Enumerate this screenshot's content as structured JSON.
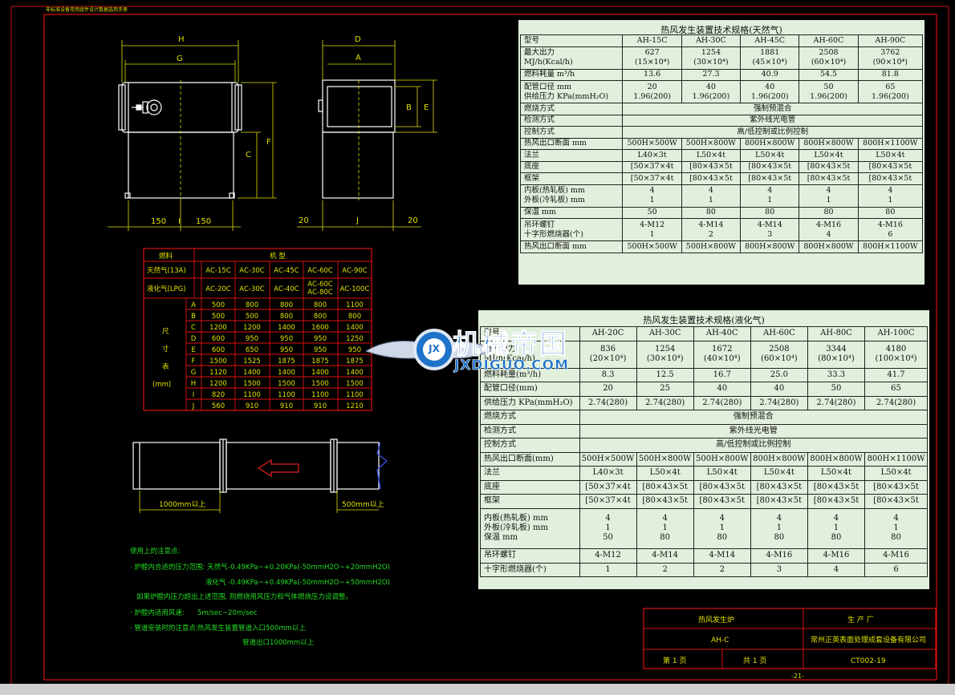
{
  "sheet": {
    "header_note": "非标准设备常用组件设计数据选用手册",
    "page_number": "-21-"
  },
  "drawing": {
    "front_dims": {
      "H": "H",
      "G": "G",
      "C": "C",
      "F": "F",
      "bottom_left": "150",
      "bottom_I": "I",
      "bottom_right": "150"
    },
    "side_dims": {
      "D": "D",
      "A": "A",
      "B": "B",
      "E": "E",
      "J": "J",
      "left20": "20",
      "right20": "20"
    },
    "duct": {
      "left_len": "1000mm以上",
      "right_len": "500mm以上"
    }
  },
  "dim_table": {
    "header": {
      "col1": "燃料",
      "col2": "机   型"
    },
    "natural_gas_label": "天然气(13A)",
    "natural_gas_models": [
      "AC-15C",
      "AC-30C",
      "AC-45C",
      "AC-60C",
      "AC-90C"
    ],
    "lpg_label": "液化气(LPG)",
    "lpg_models": [
      "AC-20C",
      "AC-30C",
      "AC-40C",
      "AC-60C\nAC-80C",
      "AC-100C"
    ],
    "size_label": [
      "尺",
      "寸",
      "表",
      "(mm)"
    ],
    "rows": [
      {
        "k": "A",
        "v": [
          "500",
          "800",
          "800",
          "800",
          "1100"
        ]
      },
      {
        "k": "B",
        "v": [
          "500",
          "500",
          "800",
          "800",
          "800"
        ]
      },
      {
        "k": "C",
        "v": [
          "1200",
          "1200",
          "1400",
          "1600",
          "1400"
        ]
      },
      {
        "k": "D",
        "v": [
          "600",
          "950",
          "950",
          "950",
          "1250"
        ]
      },
      {
        "k": "E",
        "v": [
          "600",
          "650",
          "950",
          "950",
          "950"
        ]
      },
      {
        "k": "F",
        "v": [
          "1500",
          "1525",
          "1875",
          "1875",
          "1875"
        ]
      },
      {
        "k": "G",
        "v": [
          "1120",
          "1400",
          "1400",
          "1400",
          "1400"
        ]
      },
      {
        "k": "H",
        "v": [
          "1200",
          "1500",
          "1500",
          "1500",
          "1500"
        ]
      },
      {
        "k": "I",
        "v": [
          "820",
          "1100",
          "1100",
          "1100",
          "1100"
        ]
      },
      {
        "k": "J",
        "v": [
          "560",
          "910",
          "910",
          "910",
          "1210"
        ]
      }
    ]
  },
  "notes": {
    "title": "使用上的注意点:",
    "l1a": "· 炉膛内合适的压力范围: 天然气",
    "l1b": "-0.49KPa~+0.20KPa(-50mmH2O~+20mmH2O)",
    "l2a": "液化气",
    "l2b": "-0.49KPa~+0.49KPa(-50mmH2O~+50mmH2O)",
    "l3": "如果炉膛内压力超出上述范围, 则燃烧用风压力和气体燃烧压力设调整。",
    "l4a": "· 炉膛内适用风速:",
    "l4b": "5m/sec~20m/sec",
    "l5a": "· 管道安装时的注意点:",
    "l5b": "热风发生装置管道入口500mm以上",
    "l6": "管道出口1000mm以上"
  },
  "spec_ng": {
    "title": "热风发生装置技术规格(天然气)",
    "models": [
      "AH-15C",
      "AH-30C",
      "AH-45C",
      "AH-60C",
      "AH-90C"
    ],
    "rows": [
      {
        "l": "最大出力\nMJ/h(Kcal/h)",
        "v": [
          "627\n(15×10⁴)",
          "1254\n(30×10⁴)",
          "1881\n(45×10⁴)",
          "2508\n(60×10⁴)",
          "3762\n(90×10⁴)"
        ]
      },
      {
        "l": "燃料耗量 m³/h",
        "v": [
          "13.6",
          "27.3",
          "40.9",
          "54.5",
          "81.8"
        ]
      },
      {
        "l": "配管口径 mm\n供给压力 KPa(mmH₂O)",
        "v": [
          "20\n1.96(200)",
          "40\n1.96(200)",
          "40\n1.96(200)",
          "50\n1.96(200)",
          "65\n1.96(200)"
        ]
      }
    ],
    "span_labels": [
      "燃烧方式",
      "检测方式",
      "控制方式"
    ],
    "span_values": [
      "强制预混合",
      "紫外线光电管",
      "高/低控制或比例控制"
    ],
    "rows2": [
      {
        "l": "热风出口断面 mm",
        "v": [
          "500H×500W",
          "500H×800W",
          "800H×800W",
          "800H×800W",
          "800H×1100W"
        ]
      },
      {
        "l": "法兰",
        "v": [
          "L40×3t",
          "L50×4t",
          "L50×4t",
          "L50×4t",
          "L50×4t"
        ]
      },
      {
        "l": "底座",
        "v": [
          "[50×37×4t",
          "[80×43×5t",
          "[80×43×5t",
          "[80×43×5t",
          "[80×43×5t"
        ]
      },
      {
        "l": "框架",
        "v": [
          "[50×37×4t",
          "[80×43×5t",
          "[80×43×5t",
          "[80×43×5t",
          "[80×43×5t"
        ]
      },
      {
        "l": "内板(热轧板) mm\n外板(冷轧板) mm",
        "v": [
          "4\n1",
          "4\n1",
          "4\n1",
          "4\n1",
          "4\n1"
        ]
      },
      {
        "l": "保温 mm",
        "v": [
          "50",
          "80",
          "80",
          "80",
          "80"
        ]
      },
      {
        "l": "吊环螺钉\n十字形燃烧器(个)",
        "v": [
          "4-M12\n1",
          "4-M14\n2",
          "4-M14\n3",
          "4-M16\n4",
          "4-M16\n6"
        ]
      },
      {
        "l": "热风出口断面 mm",
        "v": [
          "500H×500W",
          "500H×800W",
          "800H×800W",
          "800H×800W",
          "800H×1100W"
        ]
      }
    ]
  },
  "spec_lpg": {
    "title": "热风发生装置技术规格(液化气)",
    "models": [
      "AH-20C",
      "AH-30C",
      "AH-40C",
      "AH-60C",
      "AH-80C",
      "AH-100C"
    ],
    "rows": [
      {
        "l": "最大出力\nMJ/h(Kcal/h)",
        "v": [
          "836\n(20×10⁴)",
          "1254\n(30×10⁴)",
          "1672\n(40×10⁴)",
          "2508\n(60×10⁴)",
          "3344\n(80×10⁴)",
          "4180\n(100×10⁴)"
        ]
      },
      {
        "l": "燃料耗量(m³/h)",
        "v": [
          "8.3",
          "12.5",
          "16.7",
          "25.0",
          "33.3",
          "41.7"
        ]
      },
      {
        "l": "配管口径(mm)",
        "v": [
          "20",
          "25",
          "40",
          "40",
          "50",
          "65"
        ]
      },
      {
        "l": "供给压力 KPa(mmH₂O)",
        "v": [
          "2.74(280)",
          "2.74(280)",
          "2.74(280)",
          "2.74(280)",
          "2.74(280)",
          "2.74(280)"
        ]
      }
    ],
    "span_labels": [
      "燃烧方式",
      "检测方式",
      "控制方式"
    ],
    "span_values": [
      "强制预混合",
      "紫外线光电管",
      "高/低控制或比例控制"
    ],
    "rows2": [
      {
        "l": "热风出口断面(mm)",
        "v": [
          "500H×500W",
          "500H×800W",
          "500H×800W",
          "800H×800W",
          "800H×800W",
          "800H×1100W"
        ]
      },
      {
        "l": "法兰",
        "v": [
          "L40×3t",
          "L50×4t",
          "L50×4t",
          "L50×4t",
          "L50×4t",
          "L50×4t"
        ]
      },
      {
        "l": "底座",
        "v": [
          "[50×37×4t",
          "[80×43×5t",
          "[80×43×5t",
          "[80×43×5t",
          "[80×43×5t",
          "[80×43×5t"
        ]
      },
      {
        "l": "框架",
        "v": [
          "[50×37×4t",
          "[80×43×5t",
          "[80×43×5t",
          "[80×43×5t",
          "[80×43×5t",
          "[80×43×5t"
        ]
      },
      {
        "l": "内板(热轧板) mm\n外板(冷轧板) mm\n保温 mm",
        "v": [
          "4\n1\n50",
          "4\n1\n80",
          "4\n1\n80",
          "4\n1\n80",
          "4\n1\n80",
          "4\n1\n80"
        ]
      },
      {
        "l": "吊环螺钉",
        "v": [
          "4-M12",
          "4-M14",
          "4-M14",
          "4-M16",
          "4-M16",
          "4-M16"
        ]
      },
      {
        "l": "十字形燃烧器(个)",
        "v": [
          "1",
          "2",
          "2",
          "3",
          "4",
          "6"
        ]
      }
    ]
  },
  "title_block": {
    "name": "热风发生炉",
    "model": "AH-C",
    "maker_label": "生 产 厂",
    "maker": "常州正英表面处理成套设备有限公司",
    "sheet_no": "第  1  页",
    "total": "共  1  页",
    "drawing_no": "CT002-19"
  },
  "watermark": {
    "cn": "机械帝国",
    "url": "JXDIGUO.COM",
    "badge": "JX"
  },
  "colors": {
    "line": "#ffffff",
    "frame": "#dd1111",
    "dim": "#e0e000",
    "note": "#22dd22",
    "table_bg": "#e1f0dc",
    "wm_blue": "#1e72c8"
  }
}
